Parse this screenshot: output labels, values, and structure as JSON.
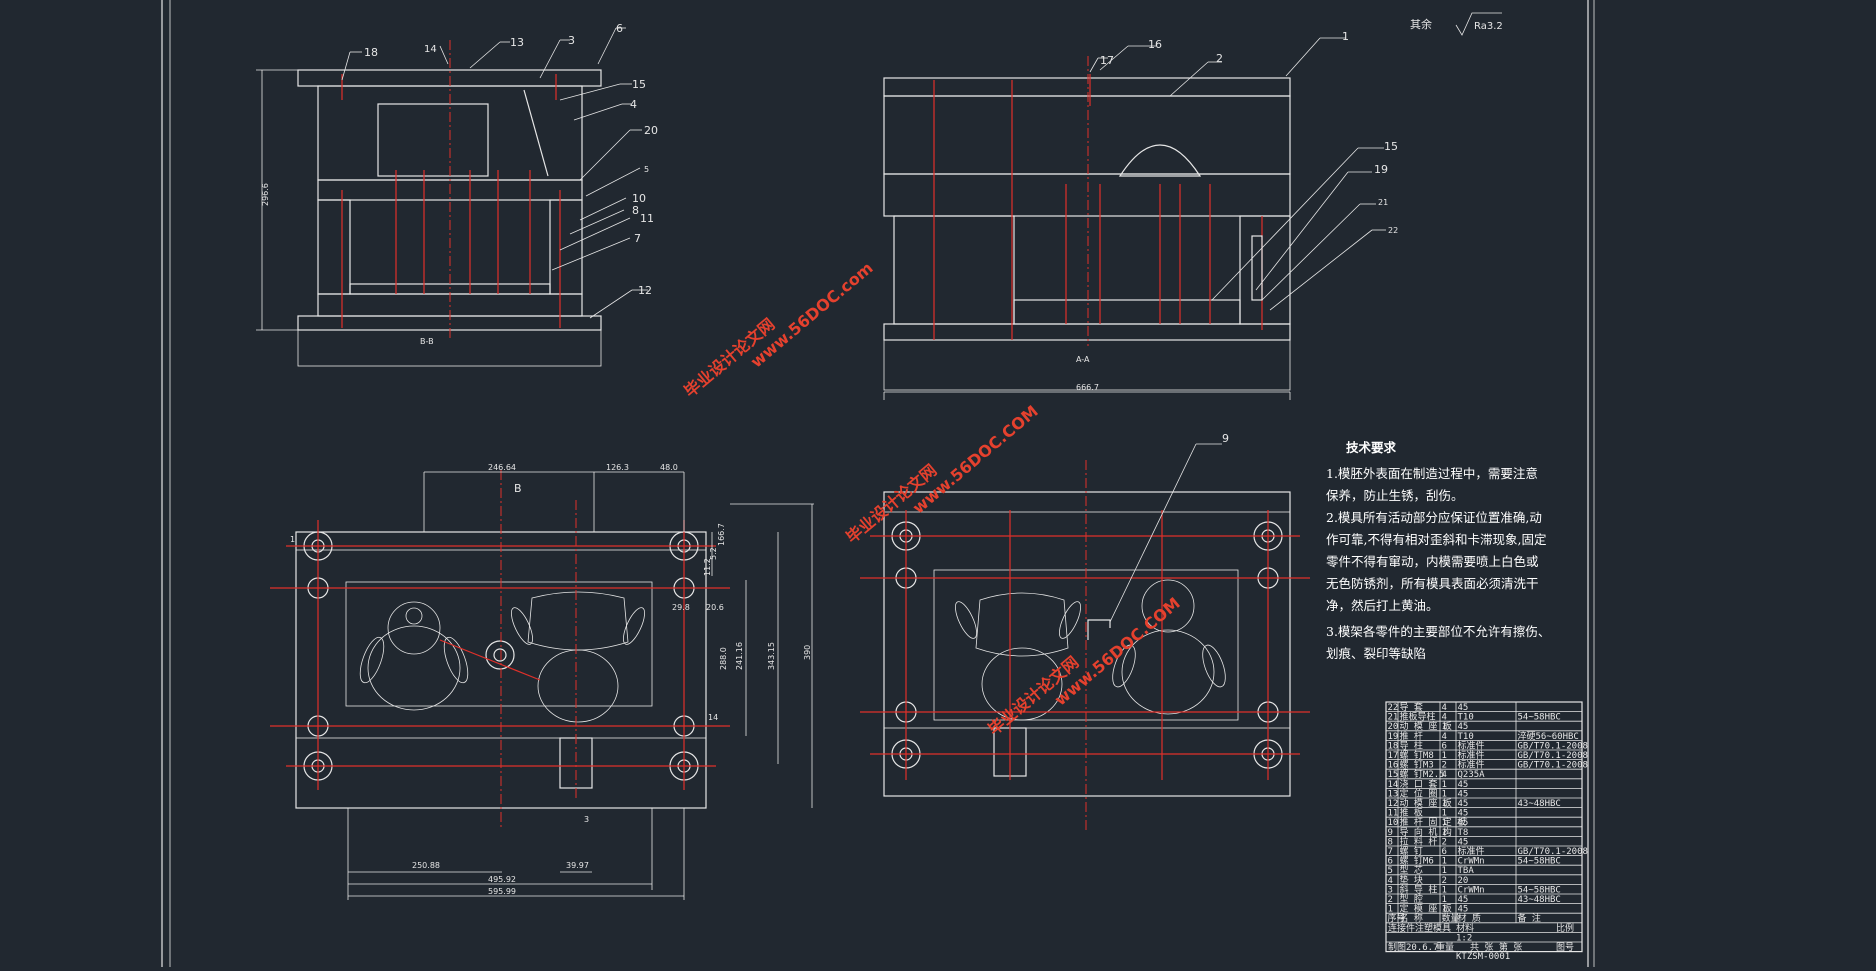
{
  "roughness": {
    "prefix": "其余",
    "value": "Ra3.2"
  },
  "views": {
    "left_section": {
      "labels": [
        "18",
        "14",
        "13",
        "3",
        "6",
        "15",
        "4",
        "20",
        "5",
        "10",
        "8",
        "11",
        "7",
        "12"
      ],
      "height_dim": "296.6",
      "section_tag": "B-B"
    },
    "right_section": {
      "labels": [
        "17",
        "16",
        "2",
        "1",
        "15",
        "19",
        "21",
        "22"
      ],
      "width_dim": "666.7",
      "section_tag": "A-A"
    },
    "left_plan": {
      "dims_top": [
        "246.64",
        "126.3",
        "48.0"
      ],
      "dims_right": [
        "166.7",
        "5.2",
        "11.2",
        "288.0",
        "241.16",
        "343.15",
        "390"
      ],
      "dims_mid": [
        "29.8",
        "20.6",
        "14"
      ],
      "dims_bottom": [
        "250.88",
        "495.92",
        "595.99",
        "39.97"
      ],
      "section_marks": [
        "B",
        "1",
        "3"
      ]
    },
    "right_plan": {
      "labels": [
        "9"
      ]
    }
  },
  "tech": {
    "title": "技术要求",
    "lines": [
      "1.模胚外表面在制造过程中，需要注意",
      "保养，防止生锈，刮伤。",
      "2.模具所有活动部分应保证位置准确,动",
      "作可靠,不得有相对歪斜和卡滞现象,固定",
      "零件不得有窜动，内模需要喷上白色或",
      "无色防锈剂，所有模具表面必须清洗干",
      "净，然后打上黄油。",
      "3.模架各零件的主要部位不允许有擦伤、",
      "划痕、裂印等缺陷"
    ]
  },
  "watermarks": [
    {
      "cn": "毕业设计论文网",
      "url": "www.56DOC.com"
    },
    {
      "cn": "毕业设计论文网",
      "url": "www.56DOC.COM"
    },
    {
      "cn": "毕业设计论文网",
      "url": "www.56DOC.COM"
    }
  ],
  "bom": {
    "rows": [
      [
        "22",
        "导 套",
        "4",
        "45",
        ""
      ],
      [
        "21",
        "推板导柱",
        "4",
        "T10",
        "54~58HBC"
      ],
      [
        "20",
        "动 模 座 板",
        "1",
        "45",
        ""
      ],
      [
        "19",
        "推 杆",
        "4",
        "T10",
        "淬硬56~60HBC"
      ],
      [
        "18",
        "导 柱",
        "6",
        "标准件",
        "GB/T70.1-2008"
      ],
      [
        "17",
        "螺 钉M8",
        "1",
        "标准件",
        "GB/T70.1-2008"
      ],
      [
        "16",
        "螺 钉M3",
        "2",
        "标准件",
        "GB/T70.1-2008"
      ],
      [
        "15",
        "螺 钉M2.5",
        "4",
        "Q235A",
        ""
      ],
      [
        "14",
        "浇 口 套",
        "1",
        "45",
        ""
      ],
      [
        "13",
        "定 位 圈",
        "1",
        "45",
        ""
      ],
      [
        "12",
        "动 模 座 板",
        "1",
        "45",
        "43~48HBC"
      ],
      [
        "11",
        "推 板",
        "1",
        "45",
        ""
      ],
      [
        "10",
        "推 杆 固 定 板",
        "1",
        "45",
        ""
      ],
      [
        "9",
        "导 向 机 构",
        "1",
        "T8",
        ""
      ],
      [
        "8",
        "拉 料 杆",
        "2",
        "45",
        ""
      ],
      [
        "7",
        "螺 钉",
        "6",
        "标准件",
        "GB/T70.1-2008"
      ],
      [
        "6",
        "螺 钉M6",
        "1",
        "CrWMn",
        "54~58HBC"
      ],
      [
        "5",
        "型 芯",
        "1",
        "TBA",
        ""
      ],
      [
        "4",
        "垫 块",
        "2",
        "20",
        ""
      ],
      [
        "3",
        "斜 导 柱",
        "1",
        "CrWMn",
        "54~58HBC"
      ],
      [
        "2",
        "型 腔",
        "1",
        "45",
        "43~48HBC"
      ],
      [
        "1",
        "定 模 座 板",
        "1",
        "45",
        ""
      ]
    ],
    "header": [
      "序号",
      "名 称",
      "数量",
      "材 质",
      "备 注"
    ],
    "title_row": {
      "name": "连接件注塑模具",
      "material_label": "材料",
      "scale_label": "比例",
      "scale": "1:2"
    },
    "footer": {
      "label": "制图",
      "date": "20.6.7",
      "weight_label": "重量",
      "sheet_label": "共 张 第 张",
      "code": "KTZSM-0001",
      "drawing_no_label": "图号"
    }
  }
}
